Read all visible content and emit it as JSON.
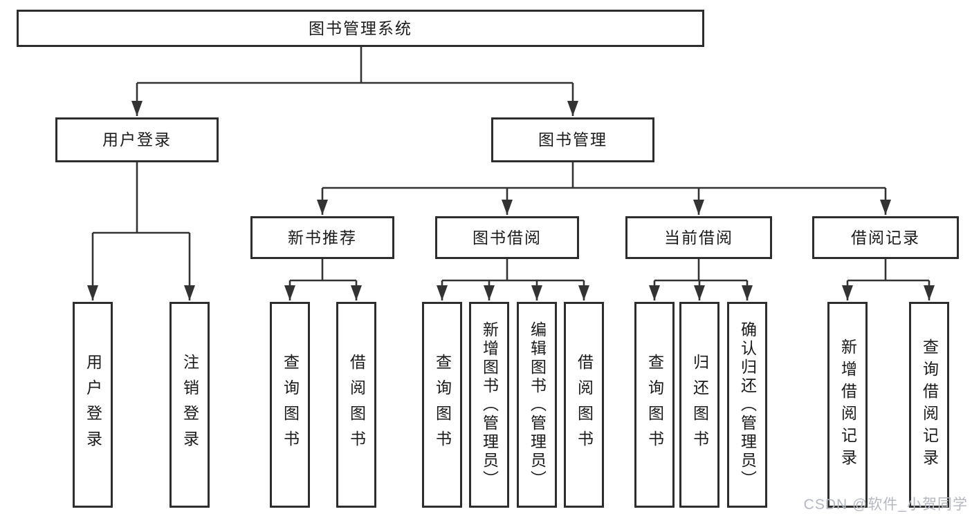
{
  "diagram": {
    "root": {
      "label": "图书管理系统"
    },
    "level2": [
      {
        "label": "用户登录"
      },
      {
        "label": "图书管理"
      }
    ],
    "level3": [
      {
        "label": "新书推荐"
      },
      {
        "label": "图书借阅"
      },
      {
        "label": "当前借阅"
      },
      {
        "label": "借阅记录"
      }
    ],
    "leaves": {
      "user_login": [
        {
          "label": "用户登录"
        },
        {
          "label": "注销登录"
        }
      ],
      "new_book_recommend": [
        {
          "label": "查询图书"
        },
        {
          "label": "借阅图书"
        }
      ],
      "book_borrow": [
        {
          "label": "查询图书"
        },
        {
          "label": "新增图书（管理员）"
        },
        {
          "label": "编辑图书（管理员）"
        },
        {
          "label": "借阅图书"
        }
      ],
      "current_borrow": [
        {
          "label": "查询图书"
        },
        {
          "label": "归还图书"
        },
        {
          "label": "确认归还（管理员）"
        }
      ],
      "borrow_records": [
        {
          "label": "新增借阅记录"
        },
        {
          "label": "查询借阅记录"
        }
      ]
    }
  },
  "watermark": {
    "text": "CSDN @软件_小贺同学",
    "color": "#b4b8c2"
  },
  "colors": {
    "line": "#333333",
    "box_border": "#2d2d2d",
    "text": "#1a1a1a",
    "background": "#ffffff"
  }
}
